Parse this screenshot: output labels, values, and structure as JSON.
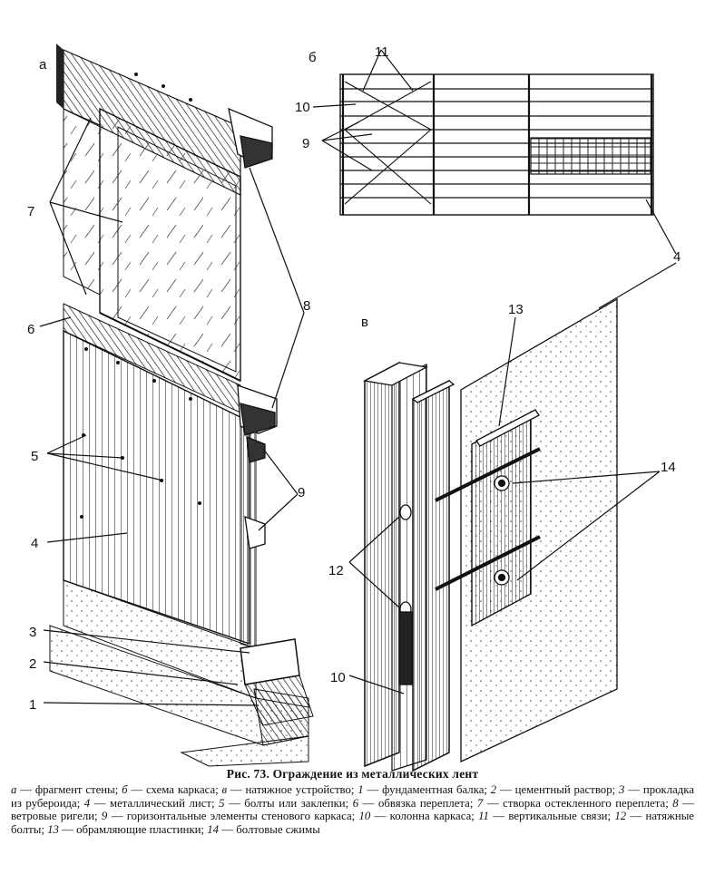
{
  "panels": {
    "a": "а",
    "b": "б",
    "v": "в"
  },
  "callouts": {
    "n1": "1",
    "n2": "2",
    "n3": "3",
    "n4a": "4",
    "n4b": "4",
    "n5": "5",
    "n6": "6",
    "n7": "7",
    "n8": "8",
    "n9a": "9",
    "n9b": "9",
    "n10a": "10",
    "n10b": "10",
    "n11": "11",
    "n12": "12",
    "n13": "13",
    "n14": "14"
  },
  "caption": {
    "title": "Рис. 73. Ограждение из металлических лент",
    "items": [
      {
        "key": "а",
        "text": " — фрагмент стены; "
      },
      {
        "key": "б",
        "text": " — схема каркаса; "
      },
      {
        "key": "в",
        "text": " — натяжное устройство; "
      },
      {
        "key": "1",
        "text": " — фундаментная балка; "
      },
      {
        "key": "2",
        "text": " — цементный раствор; "
      },
      {
        "key": "3",
        "text": " — прокладка из рубероида; "
      },
      {
        "key": "4",
        "text": " — металлический лист; "
      },
      {
        "key": "5",
        "text": " — болты или заклепки; "
      },
      {
        "key": "6",
        "text": " — обвязка переплета; "
      },
      {
        "key": "7",
        "text": " — створка остекленного переплета; "
      },
      {
        "key": "8",
        "text": " — ветровые ригели; "
      },
      {
        "key": "9",
        "text": " — горизонтальные элементы стенового каркаса; "
      },
      {
        "key": "10",
        "text": " — колонна каркаса; "
      },
      {
        "key": "11",
        "text": " — вертикальные связи; "
      },
      {
        "key": "12",
        "text": " — натяжные болты; "
      },
      {
        "key": "13",
        "text": " — обрамляющие пластинки; "
      },
      {
        "key": "14",
        "text": " — болтовые сжимы"
      }
    ]
  }
}
